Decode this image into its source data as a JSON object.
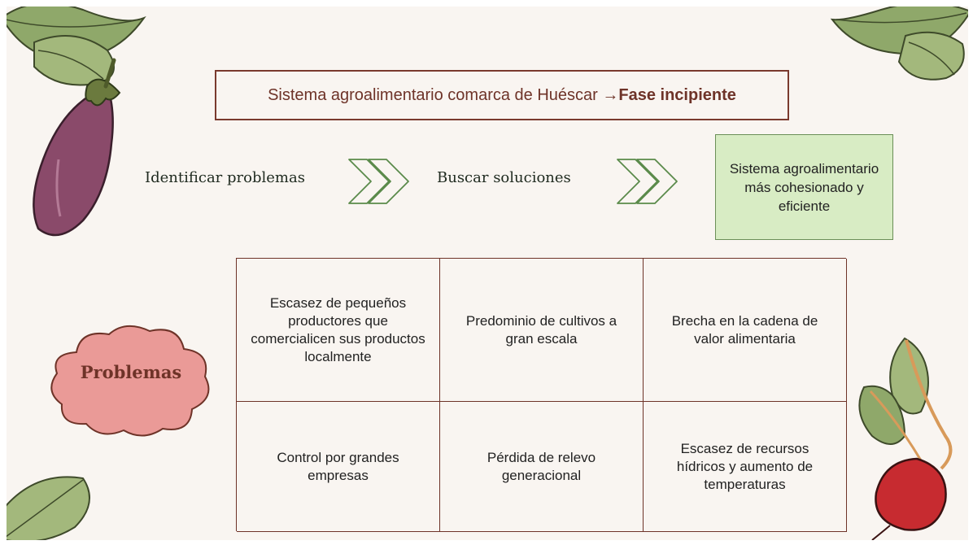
{
  "title": {
    "prefix": "Sistema agroalimentario comarca de Huéscar → ",
    "emphasis": "Fase incipiente"
  },
  "flow": {
    "step1": "Identificar problemas",
    "step2": "Buscar soluciones",
    "result": "Sistema agroalimentario más cohesionado y eficiente"
  },
  "problems_label": "Problemas",
  "problems": [
    "Escasez de pequeños productores que comercialicen sus productos localmente",
    "Predominio de cultivos a gran escala",
    "Brecha en la cadena de valor alimentaria",
    "Control por grandes empresas",
    "Pérdida de relevo generacional",
    "Escasez de recursos hídricos y aumento de temperaturas"
  ],
  "colors": {
    "accent": "#6e3328",
    "result_fill": "#d8ecc4",
    "cloud_fill": "#ea9a97",
    "chevron": "#5a8a4a"
  },
  "icons": [
    "leaf-icon",
    "eggplant-icon",
    "beet-icon",
    "chevron-arrow-icon",
    "cloud-shape"
  ]
}
